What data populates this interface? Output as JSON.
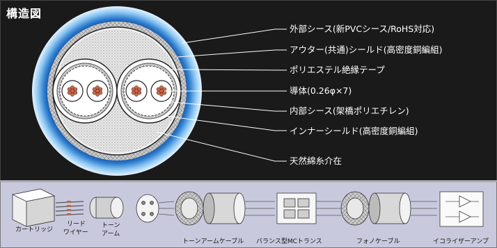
{
  "title": "構造図",
  "callouts": [
    {
      "id": "outer-sheath",
      "text": "外部シース(新PVCシース/RoHS対応)"
    },
    {
      "id": "outer-shield",
      "text": "アウター(共通)シールド(高密度銅編組)"
    },
    {
      "id": "polyester-tape",
      "text": "ポリエステル絶縁テープ"
    },
    {
      "id": "conductor",
      "text": "導体(0.26φ×7)"
    },
    {
      "id": "inner-sheath",
      "text": "内部シース(架橋ポリエチレン)"
    },
    {
      "id": "inner-shield",
      "text": "インナーシールド(高密度銅編組)"
    },
    {
      "id": "cotton-filler",
      "text": "天然綿糸介在"
    }
  ],
  "signal_chain": {
    "cartridge": "カートリッジ",
    "lead_wire_1": "リード",
    "lead_wire_2": "ワイヤー",
    "tonearm_1": "トーン",
    "tonearm_2": "アーム",
    "tonearm_cable": "トーンアームケーブル",
    "mc_transformer": "バランス型MCトランス",
    "phono_cable": "フォノケーブル",
    "eq_amp": "イコライザーアンプ"
  },
  "colors": {
    "outer_blue": "#3f8fd6",
    "background": "#1a1a1a",
    "bottom_panel": "#c9c9de"
  }
}
